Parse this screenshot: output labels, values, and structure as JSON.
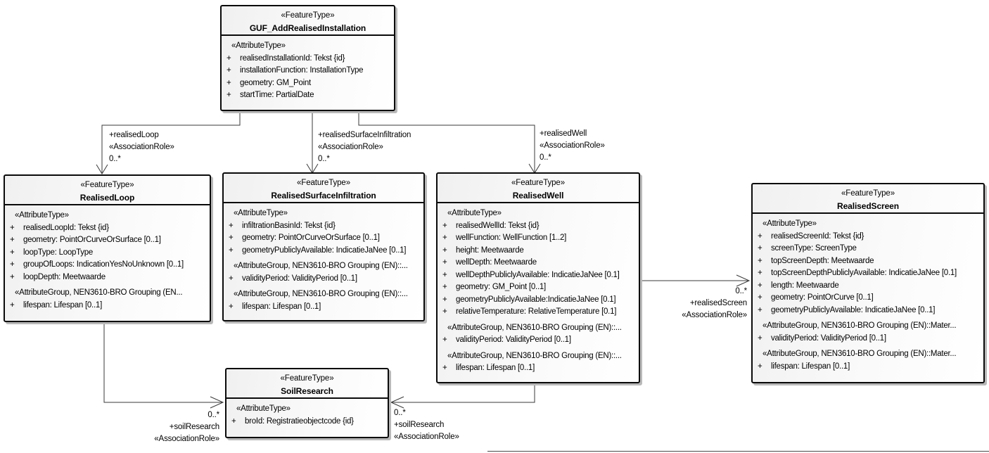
{
  "ui": {
    "plus": "+"
  },
  "classes": {
    "guf": {
      "stereotype": "«FeatureType»",
      "name": "GUF_AddRealisedInstallation",
      "sections": [
        {
          "header": "«AttributeType»",
          "attrs": [
            "realisedInstallationId: Tekst {id}",
            "installationFunction: InstallationType",
            "geometry: GM_Point",
            "startTime: PartialDate"
          ]
        }
      ]
    },
    "loop": {
      "stereotype": "«FeatureType»",
      "name": "RealisedLoop",
      "sections": [
        {
          "header": "«AttributeType»",
          "attrs": [
            "realisedLoopId: Tekst {id}",
            "geometry: PointOrCurveOrSurface [0..1]",
            "loopType: LoopType",
            "groupOfLoops: IndicationYesNoUnknown [0..1]",
            "loopDepth: Meetwaarde"
          ]
        },
        {
          "header": "«AttributeGroup, NEN3610-BRO Grouping (EN...",
          "attrs": [
            "lifespan: Lifespan [0..1]"
          ]
        }
      ]
    },
    "surface": {
      "stereotype": "«FeatureType»",
      "name": "RealisedSurfaceInfiltration",
      "sections": [
        {
          "header": "«AttributeType»",
          "attrs": [
            "infiltrationBasinId: Tekst {id}",
            "geometry: PointOrCurveOrSurface [0..1]",
            "geometryPubliclyAvailable: IndicatieJaNee [0..1]"
          ]
        },
        {
          "header": "«AttributeGroup, NEN3610-BRO Grouping (EN)::...",
          "attrs": [
            "validityPeriod: ValidityPeriod [0..1]"
          ]
        },
        {
          "header": "«AttributeGroup, NEN3610-BRO Grouping (EN)::...",
          "attrs": [
            "lifespan: Lifespan [0..1]"
          ]
        }
      ]
    },
    "well": {
      "stereotype": "«FeatureType»",
      "name": "RealisedWell",
      "sections": [
        {
          "header": "«AttributeType»",
          "attrs": [
            "realisedWellId: Tekst {id}",
            "wellFunction: WellFunction [1..2]",
            "height: Meetwaarde",
            "wellDepth: Meetwaarde",
            "wellDepthPubliclyAvailable: IndicatieJaNee [0.1]",
            "geometry: GM_Point [0..1]",
            "geometryPubliclyAvailable:IndicatieJaNee [0.1]",
            "relativeTemperature: RelativeTemperature [0.1]"
          ]
        },
        {
          "header": "«AttributeGroup, NEN3610-BRO Grouping (EN)::...",
          "attrs": [
            "validityPeriod: ValidityPeriod [0..1]"
          ]
        },
        {
          "header": "«AttributeGroup, NEN3610-BRO Grouping (EN)::...",
          "attrs": [
            "lifespan: Lifespan [0..1]"
          ]
        }
      ]
    },
    "screen": {
      "stereotype": "«FeatureType»",
      "name": "RealisedScreen",
      "sections": [
        {
          "header": "«AttributeType»",
          "attrs": [
            "realisedScreenId: Tekst {id}",
            "screenType: ScreenType",
            "topScreenDepth: Meetwaarde",
            "topScreenDepthPubliclyAvailable: IndicatieJaNee [0.1]",
            "length: Meetwaarde",
            "geometry: PointOrCurve [0..1]",
            "geometryPubliclyAvailable: IndicatieJaNee [0..1]"
          ]
        },
        {
          "header": "«AttributeGroup, NEN3610-BRO Grouping (EN)::Mater...",
          "attrs": [
            "validityPeriod: ValidityPeriod [0..1]"
          ]
        },
        {
          "header": "«AttributeGroup, NEN3610-BRO Grouping (EN)::Mater...",
          "attrs": [
            "lifespan: Lifespan [0..1]"
          ]
        }
      ]
    },
    "soil": {
      "stereotype": "«FeatureType»",
      "name": "SoilResearch",
      "sections": [
        {
          "header": "«AttributeType»",
          "attrs": [
            "broId: Registratieobjectcode {id}"
          ]
        }
      ]
    }
  },
  "associations": {
    "realisedLoop": {
      "role": "+realisedLoop",
      "stereotype": "«AssociationRole»",
      "multiplicity": "0..*"
    },
    "realisedSurfaceInfiltration": {
      "role": "+realisedSurfaceInfiltration",
      "stereotype": "«AssociationRole»",
      "multiplicity": "0..*"
    },
    "realisedWell": {
      "role": "+realisedWell",
      "stereotype": "«AssociationRole»",
      "multiplicity": "0..*"
    },
    "realisedScreen": {
      "role": "+realisedScreen",
      "stereotype": "«AssociationRole»",
      "multiplicity": "0..*"
    },
    "soilResearchLeft": {
      "role": "+soilResearch",
      "stereotype": "«AssociationRole»",
      "multiplicity": "0..*"
    },
    "soilResearchRight": {
      "role": "+soilResearch",
      "stereotype": "«AssociationRole»",
      "multiplicity": "0..*"
    }
  }
}
